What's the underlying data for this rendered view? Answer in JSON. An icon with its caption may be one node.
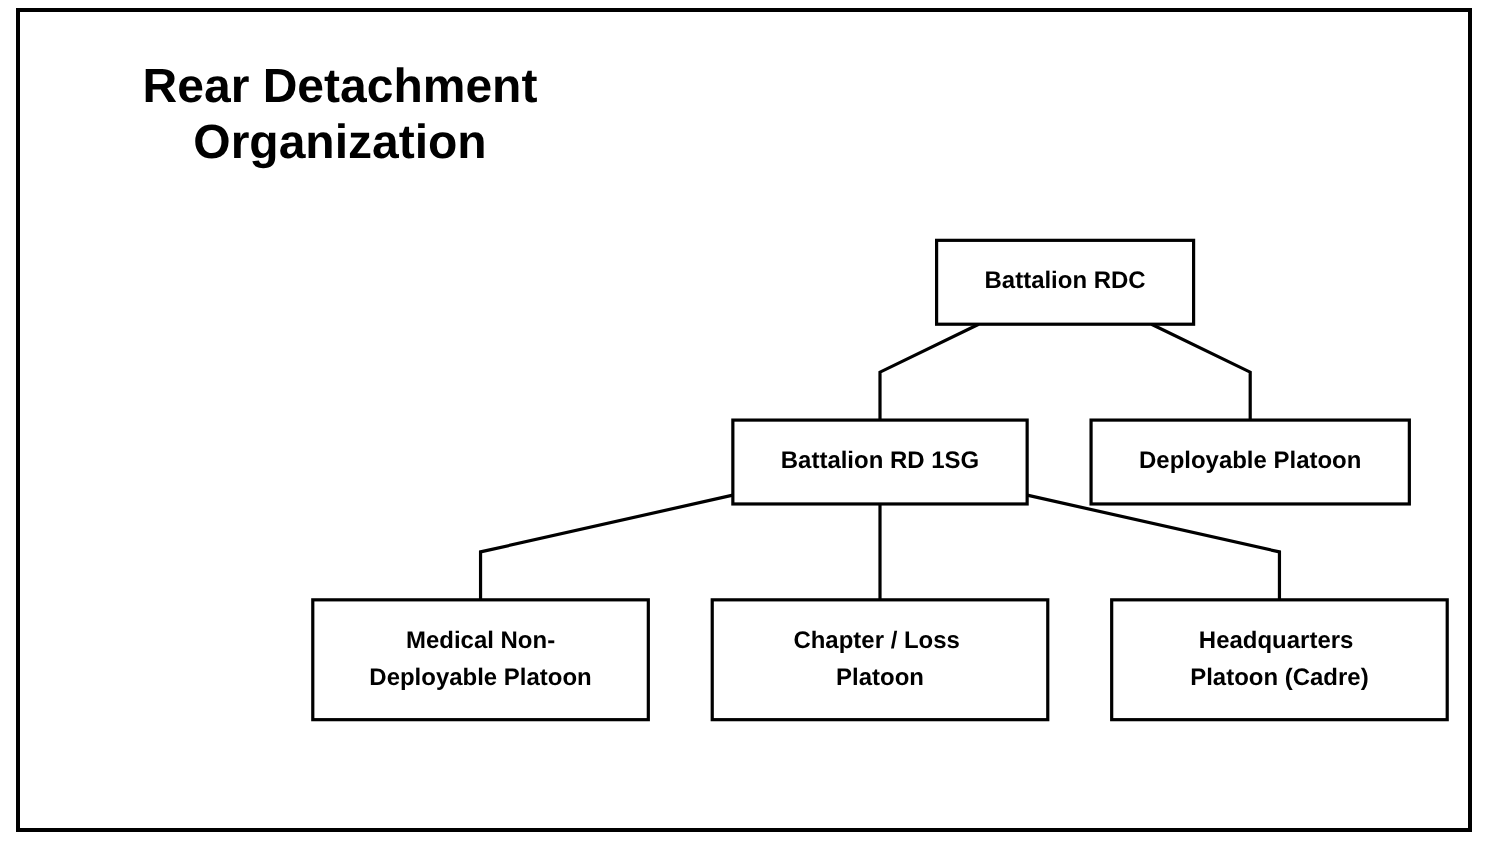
{
  "diagram": {
    "title": "Rear Detachment Organization",
    "nodes": [
      {
        "text": [
          "Battalion RDC"
        ]
      },
      {
        "text": [
          "Battalion RD 1SG"
        ]
      },
      {
        "text": [
          "Deployable Platoon"
        ]
      },
      {
        "text": [
          "Medical Non-Deployable Platoon"
        ]
      },
      {
        "text": [
          "Chapter / Loss Platoon"
        ]
      },
      {
        "text": [
          "Headquarters Platoon (Cadre)"
        ]
      }
    ],
    "edges": [
      {
        "from": 0,
        "to": 1,
        "arrow": "none"
      },
      {
        "from": 0,
        "to": 2,
        "arrow": "none"
      },
      {
        "from": 1,
        "to": 3,
        "arrow": "none"
      },
      {
        "from": 1,
        "to": 4,
        "arrow": "none"
      },
      {
        "from": 1,
        "to": 5,
        "arrow": "none"
      }
    ]
  }
}
